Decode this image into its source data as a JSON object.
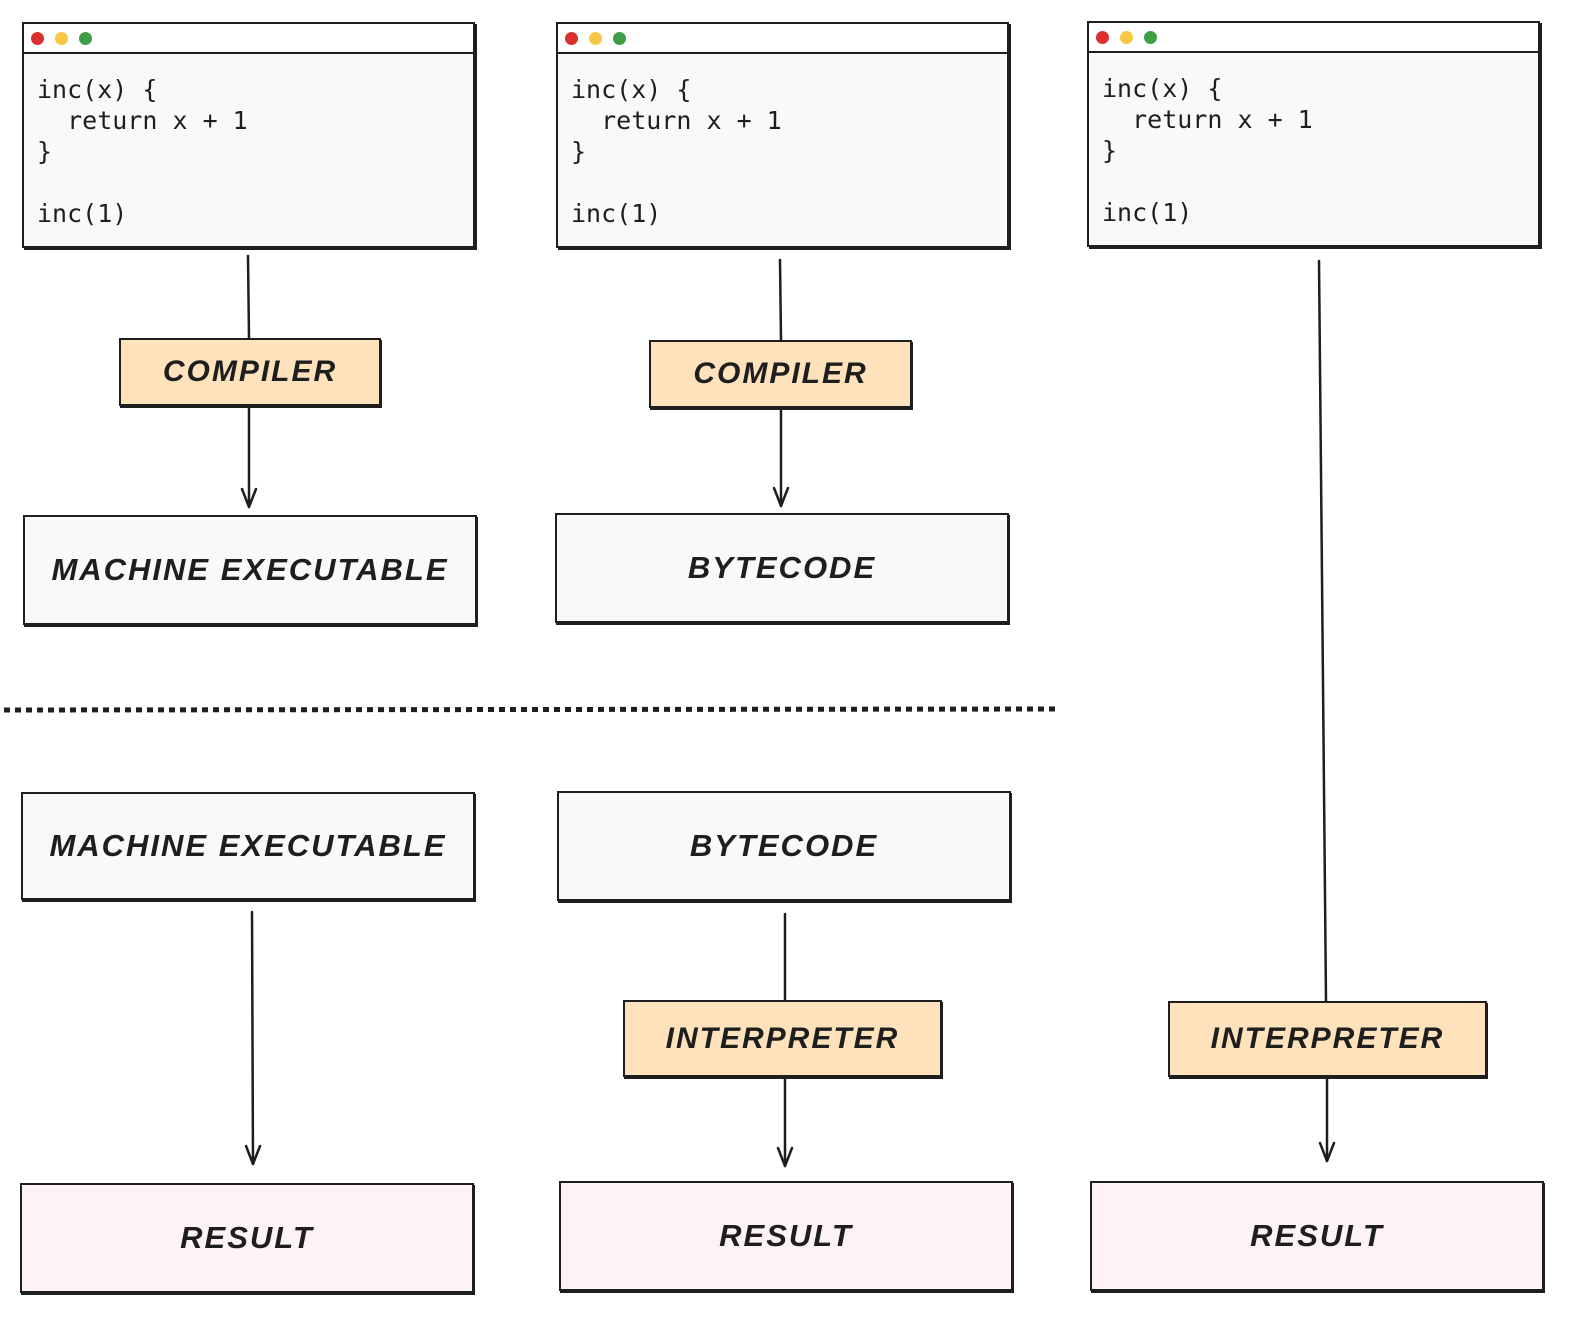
{
  "colors": {
    "stroke": "#1e1e1e",
    "window_background": "#f8f9fa",
    "titlebar_background": "#ffffff",
    "tool_box": "#fde2bc",
    "artifact_box": "#f8f9fa",
    "result_box": "#fdf2f8",
    "dot_red": "#dc3030",
    "dot_yellow": "#f7c845",
    "dot_green": "#3f9e45"
  },
  "columns": [
    {
      "code": "inc(x) {\n  return x + 1\n}\n\ninc(1)",
      "compile_step": "COMPILER",
      "compile_output": "MACHINE EXECUTABLE",
      "run_input": "MACHINE EXECUTABLE",
      "run_step": "",
      "result": "RESULT"
    },
    {
      "code": "inc(x) {\n  return x + 1\n}\n\ninc(1)",
      "compile_step": "COMPILER",
      "compile_output": "BYTECODE",
      "run_input": "BYTECODE",
      "run_step": "INTERPRETER",
      "result": "RESULT"
    },
    {
      "code": "inc(x) {\n  return x + 1\n}\n\ninc(1)",
      "compile_step": "",
      "compile_output": "",
      "run_input": "",
      "run_step": "INTERPRETER",
      "result": "RESULT"
    }
  ]
}
